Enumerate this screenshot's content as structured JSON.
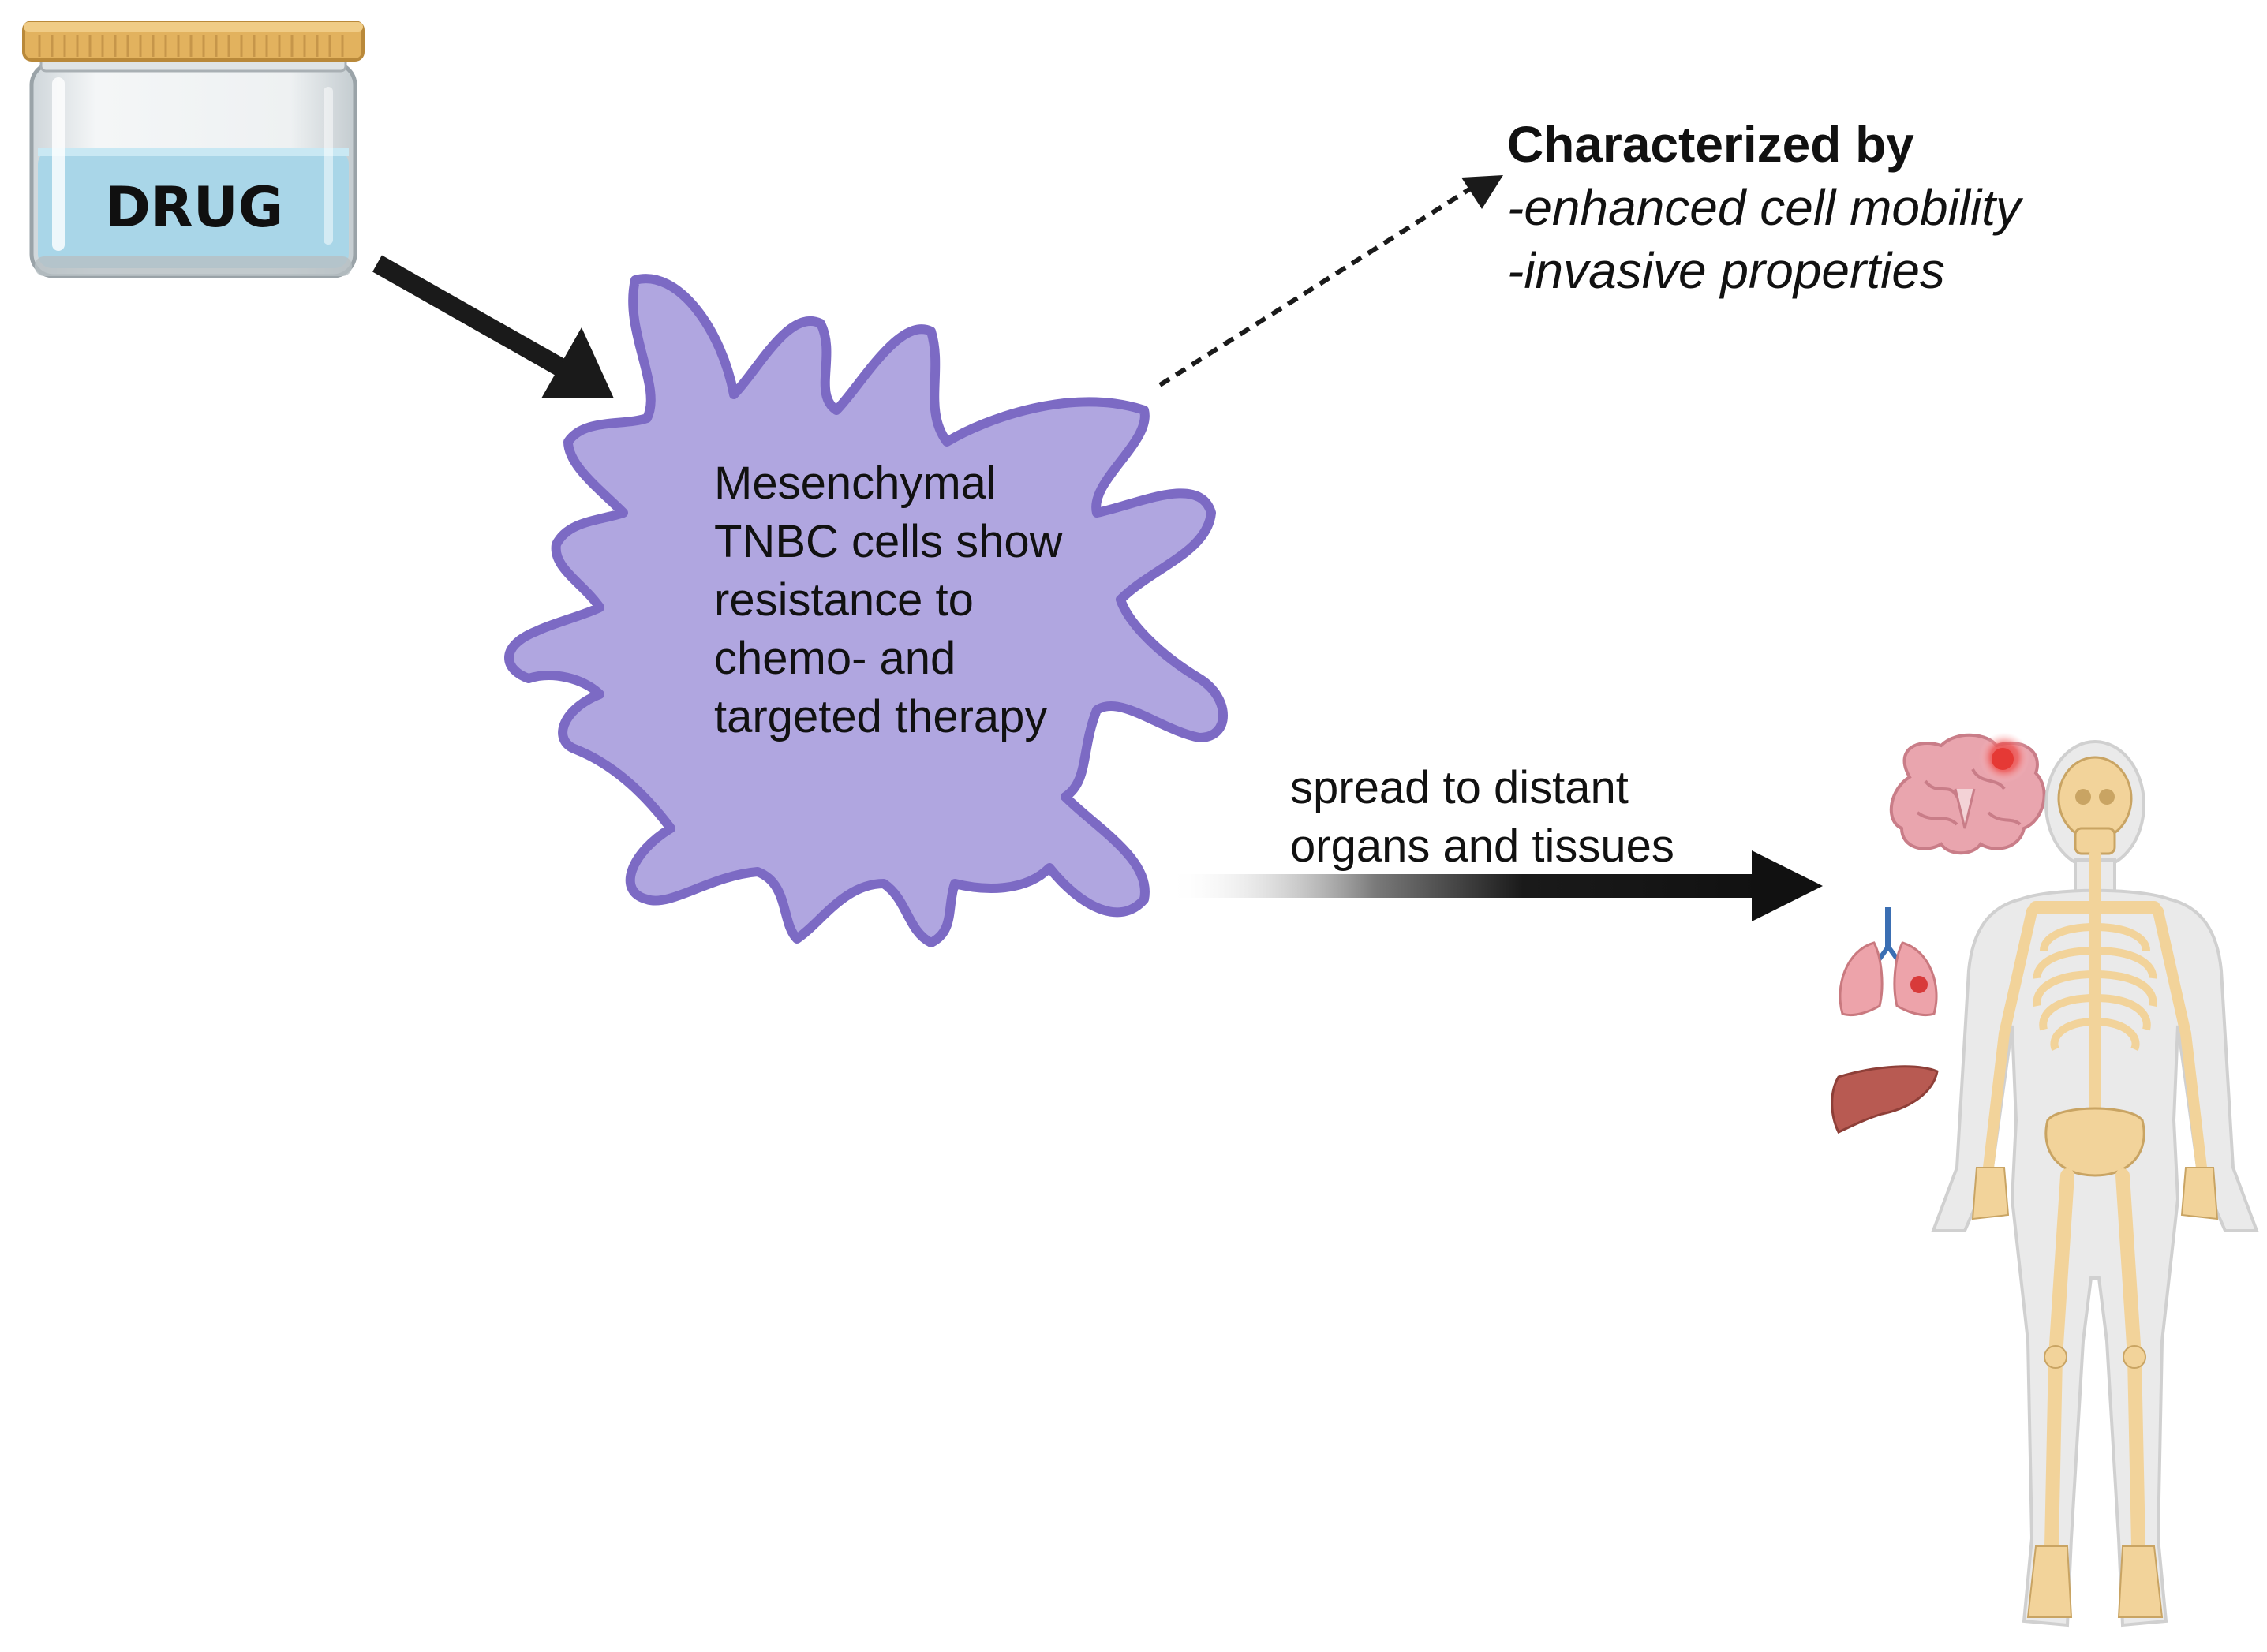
{
  "drug_jar": {
    "label": "DRUG",
    "liquid_color": "#a9d6e8",
    "lid_color": "#e2b25e"
  },
  "cell": {
    "fill_color": "#b0a6e0",
    "stroke_color": "#7c6ac4",
    "lines": [
      "Mesenchymal",
      "TNBC cells show",
      "resistance to",
      "chemo- and",
      "targeted therapy"
    ]
  },
  "characteristics": {
    "title": "Characterized by",
    "items": [
      "-enhanced cell mobility",
      "-invasive properties"
    ]
  },
  "spread": {
    "lines": [
      "spread to distant",
      "organs and tissues"
    ]
  },
  "organs": [
    {
      "name": "brain",
      "color": "#e9a5ae",
      "tumor_color": "#e53935"
    },
    {
      "name": "lungs",
      "color": "#eda3aa",
      "tumor_color": "#d83a3a"
    },
    {
      "name": "liver",
      "color": "#b85a52"
    }
  ],
  "skeleton": {
    "bone_color": "#f2d39a",
    "body_color": "#e7e7e7"
  }
}
